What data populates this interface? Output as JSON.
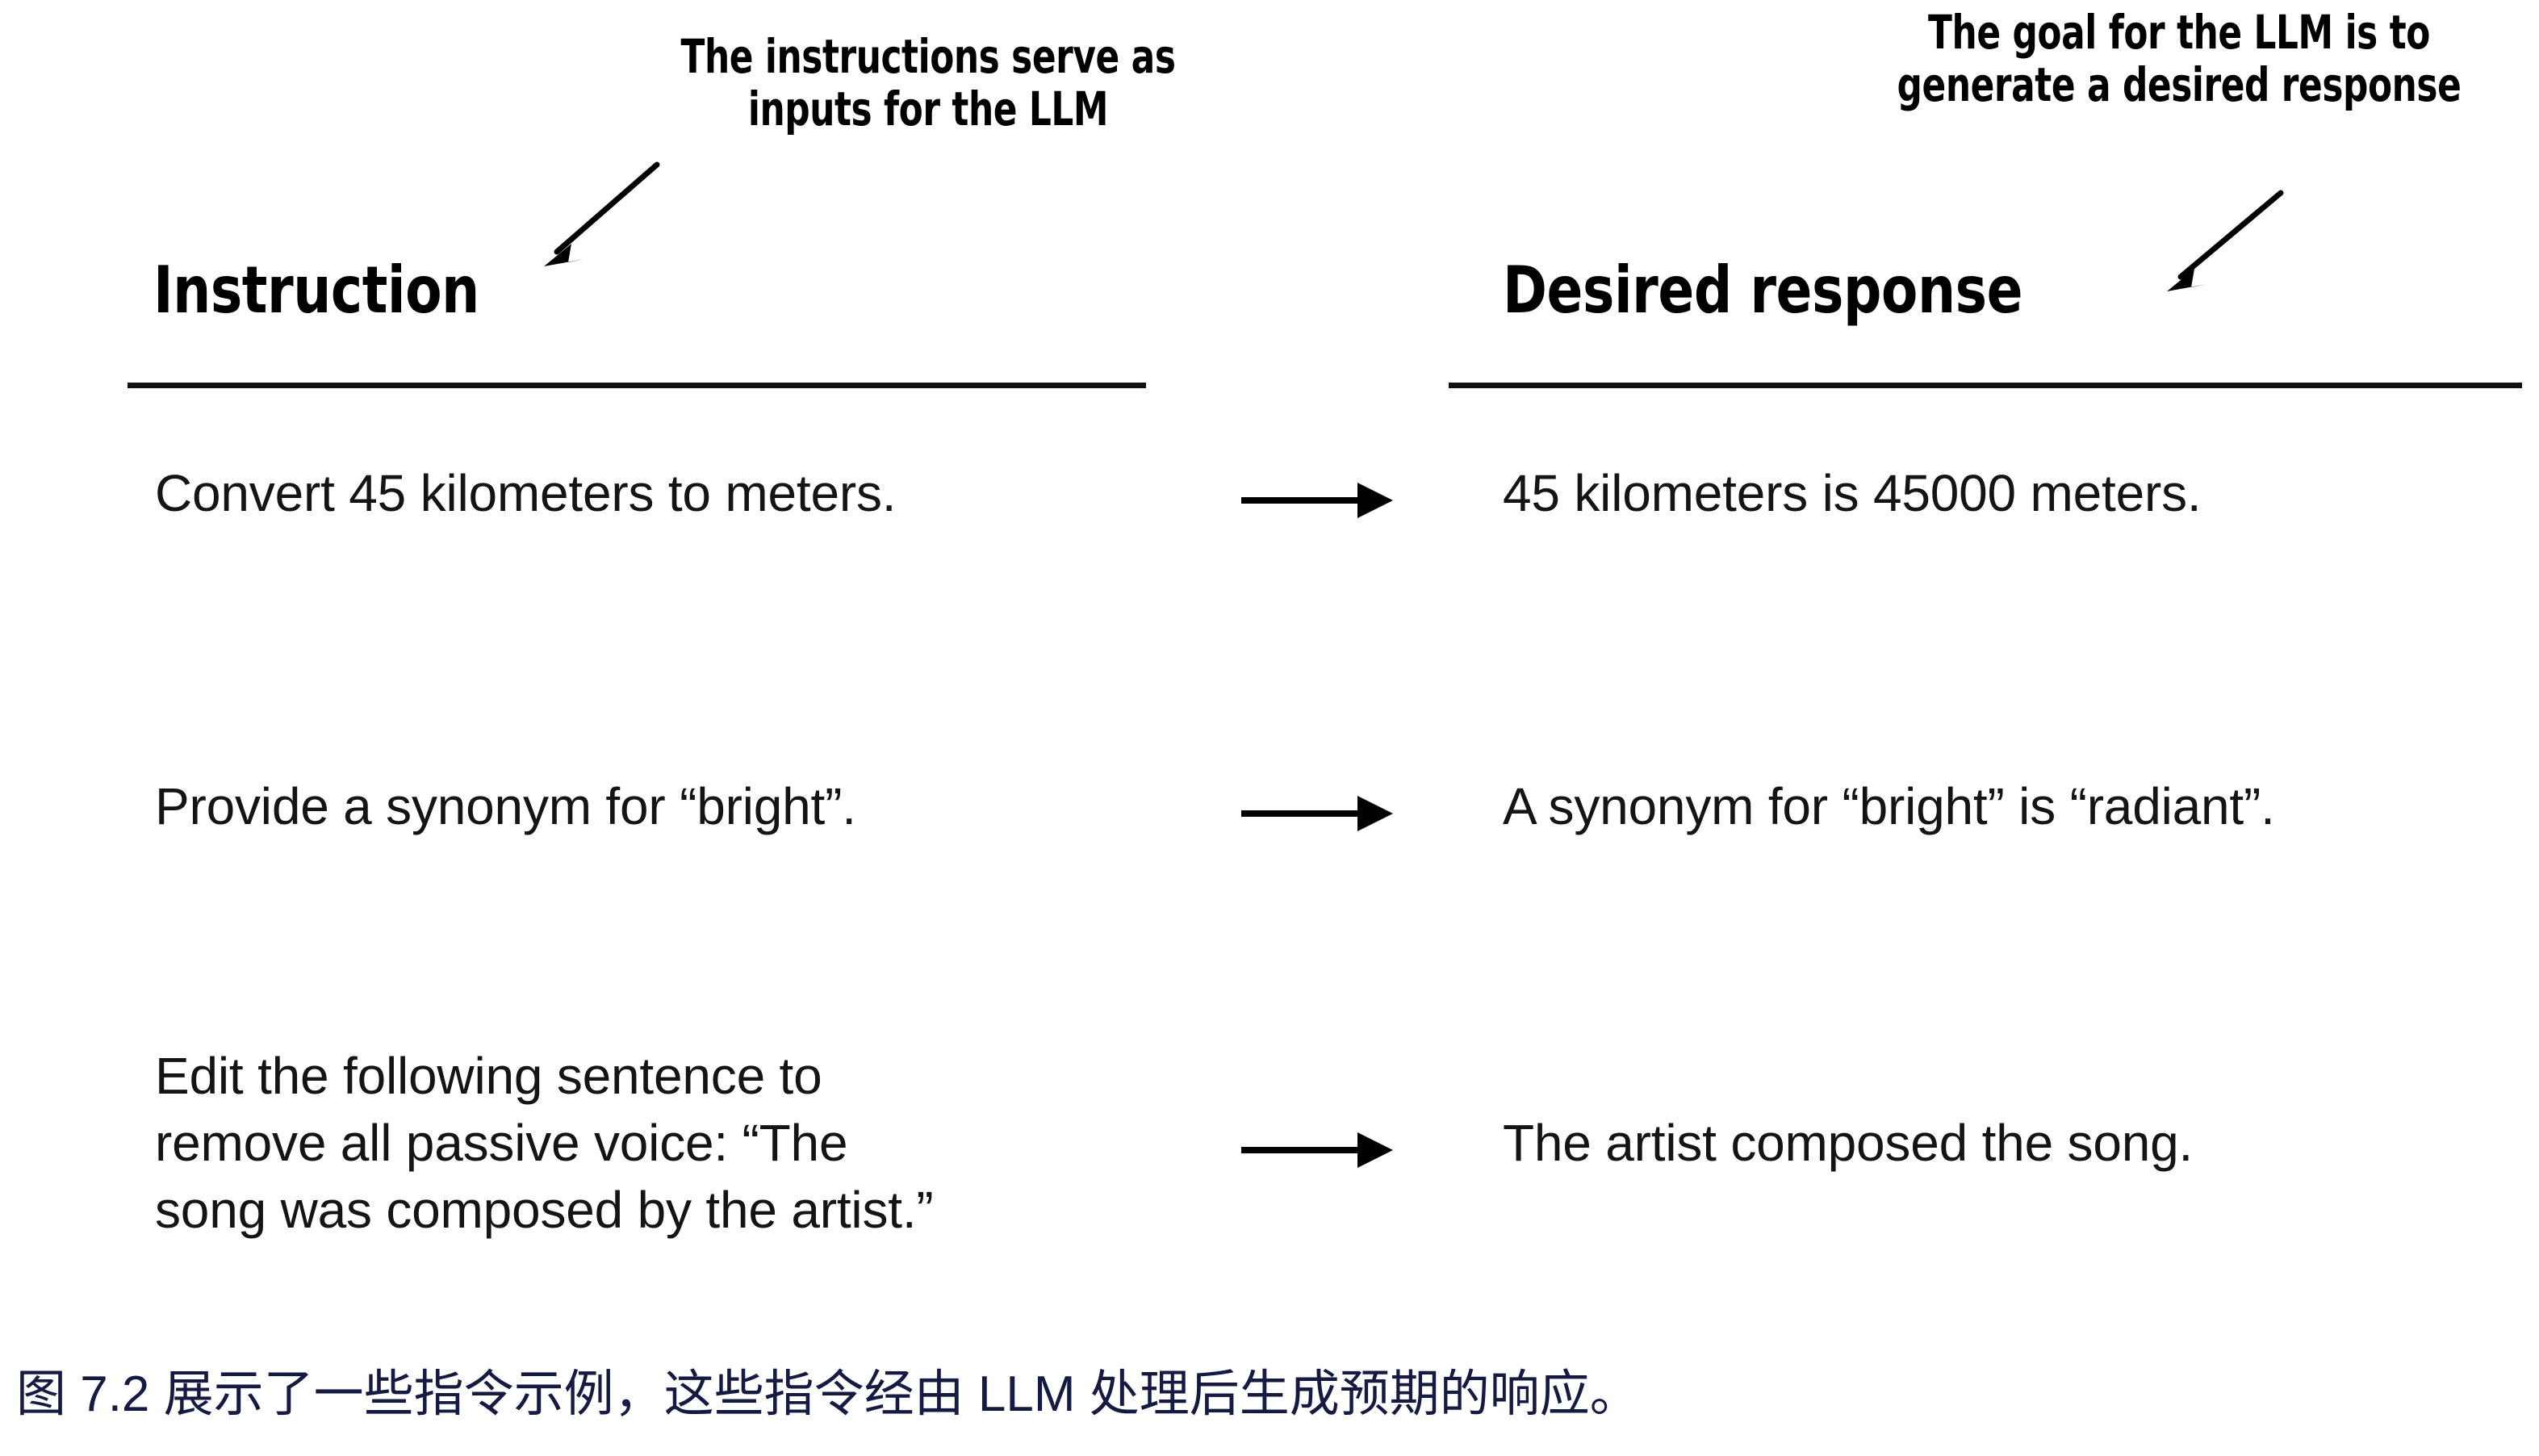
{
  "figure": {
    "annotations": {
      "left": {
        "text": "The instructions serve as\ninputs for the LLM",
        "arrow_icon": "arrow-down-left-icon"
      },
      "right": {
        "text": "The goal for the LLM is to\ngenerate a desired response",
        "arrow_icon": "arrow-down-left-icon"
      }
    },
    "columns": {
      "instruction_header": "Instruction",
      "response_header": "Desired response"
    },
    "rows": [
      {
        "instruction": "Convert 45 kilometers to meters.",
        "response": "45 kilometers is 45000 meters.",
        "arrow_icon": "arrow-right-icon"
      },
      {
        "instruction": "Provide a synonym for “bright”.",
        "response": "A synonym for “bright” is “radiant”.",
        "arrow_icon": "arrow-right-icon"
      },
      {
        "instruction": "Edit the following sentence to\nremove all passive voice: “The\nsong was composed by the artist.”",
        "response": "The artist composed the song.",
        "arrow_icon": "arrow-right-icon"
      }
    ],
    "caption": "图 7.2 展示了一些指令示例，这些指令经由 LLM 处理后生成预期的响应。",
    "colors": {
      "background": "#ffffff",
      "text": "#000000",
      "body_text": "#141414",
      "rule": "#111111",
      "caption": "#141a42"
    }
  }
}
